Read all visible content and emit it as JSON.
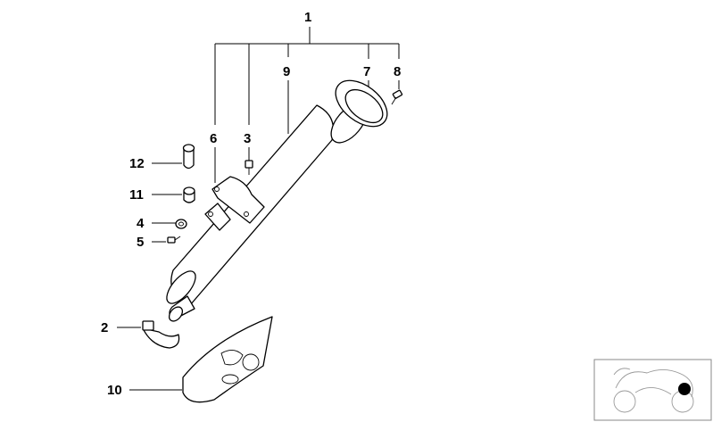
{
  "diagram": {
    "callouts": {
      "c1": "1",
      "c2": "2",
      "c3": "3",
      "c4": "4",
      "c5": "5",
      "c6": "6",
      "c7": "7",
      "c8": "8",
      "c9": "9",
      "c10": "10",
      "c11": "11",
      "c12": "12"
    },
    "locator_marker_color": "#000000"
  }
}
